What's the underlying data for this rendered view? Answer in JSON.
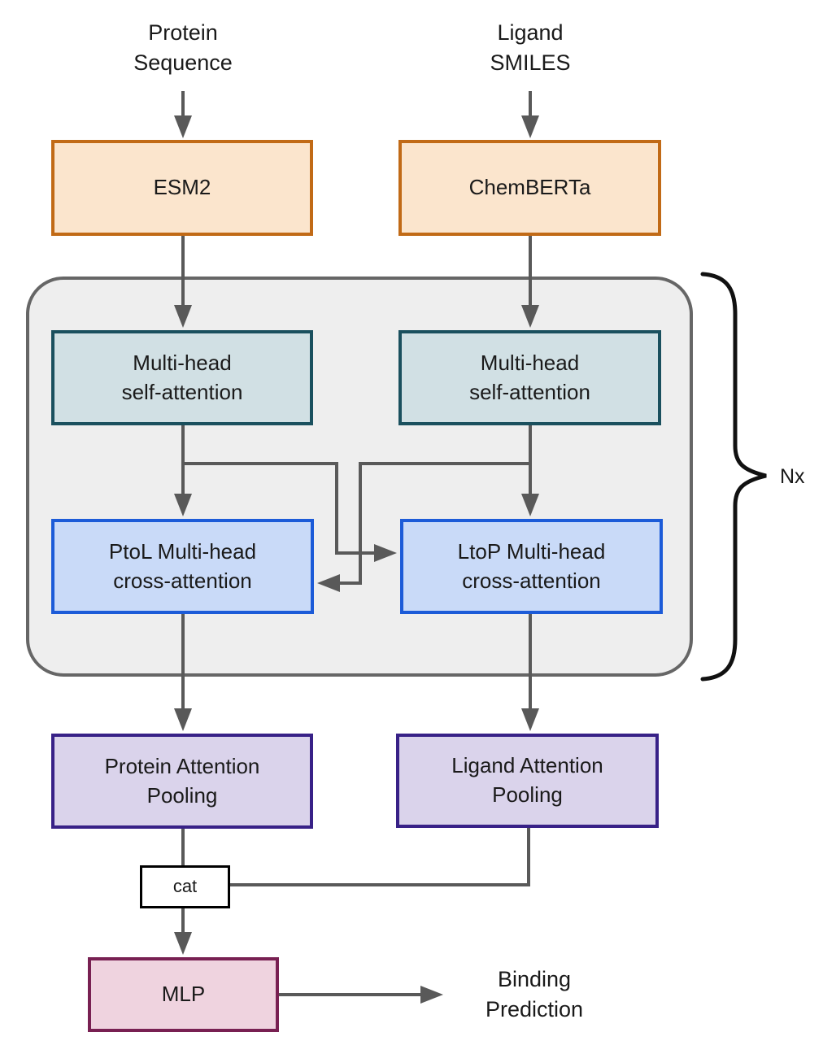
{
  "diagram": {
    "inputs": {
      "protein": "Protein\nSequence",
      "ligand": "Ligand\nSMILES"
    },
    "encoders": {
      "protein": "ESM2",
      "ligand": "ChemBERTa"
    },
    "attention_block": {
      "repeat_label": "Nx",
      "self_attention_protein": "Multi-head\nself-attention",
      "self_attention_ligand": "Multi-head\nself-attention",
      "cross_attention_ptol": "PtoL Multi-head\ncross-attention",
      "cross_attention_ltop": "LtoP Multi-head\ncross-attention"
    },
    "pooling": {
      "protein": "Protein Attention\nPooling",
      "ligand": "Ligand Attention\nPooling"
    },
    "concat_label": "cat",
    "mlp_label": "MLP",
    "output": "Binding\nPrediction"
  },
  "colors": {
    "canvas-bg": "#ffffff",
    "text": "#1a1a1a",
    "connector": "#595959",
    "brace": "#111111",
    "container-fill": "#eeeeee",
    "container-border": "#666666",
    "encoder-fill": "#fbe5cd",
    "encoder-border": "#c16a16",
    "self-fill": "#d1e0e4",
    "self-border": "#1a505e",
    "cross-fill": "#c9daf8",
    "cross-border": "#1c5bd8",
    "pool-fill": "#dad3eb",
    "pool-border": "#382187",
    "mlp-fill": "#efd3df",
    "mlp-border": "#782052",
    "cat-fill": "#ffffff",
    "cat-border": "#000000"
  }
}
